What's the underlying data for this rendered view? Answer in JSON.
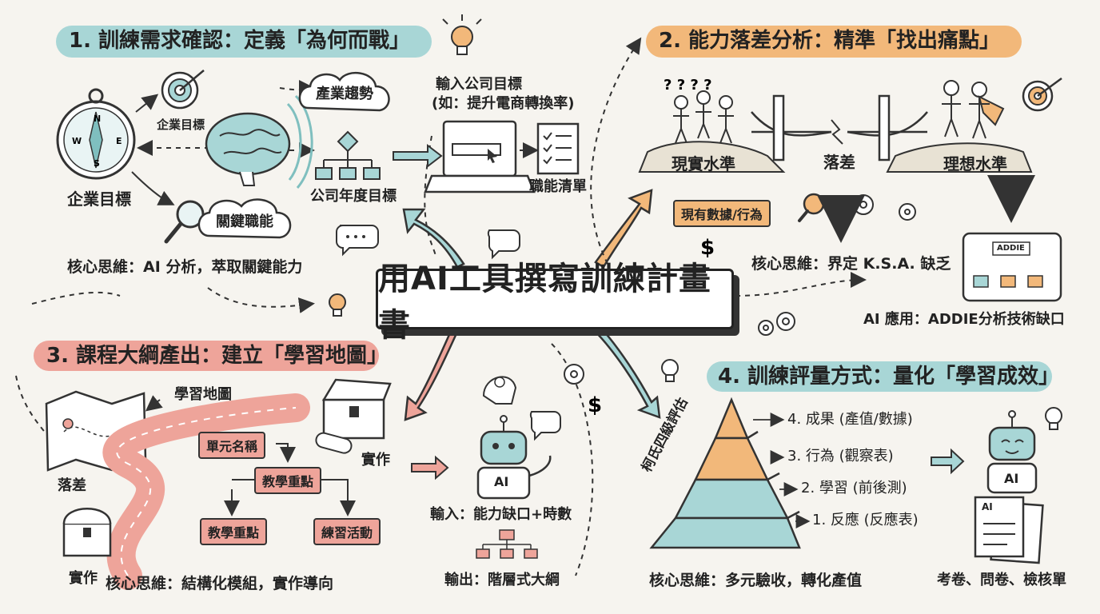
{
  "center_title": "用AI工具撰寫訓練計畫書",
  "colors": {
    "teal": "#a8d6d6",
    "orange": "#f2b87a",
    "salmon": "#eea49a",
    "bg": "#f6f4ef"
  },
  "s1": {
    "heading": "1. 訓練需求確認：定義「為何而戰」",
    "enterprise_goal_left": "企業目標",
    "enterprise_goal_top": "企業目標",
    "industry_trend": "產業趨勢",
    "key_competency": "關鍵職能",
    "annual_goal": "公司年度目標",
    "input_line1": "輸入公司目標",
    "input_line2": "(如：提升電商轉換率)",
    "job_list": "職能清單",
    "core": "核心思維：AI 分析，萃取關鍵能力"
  },
  "s2": {
    "heading": "2. 能力落差分析：精準「找出痛點」",
    "current": "現實水準",
    "gap": "落差",
    "ideal": "理想水準",
    "existing_data": "現有數據/行為",
    "addie_box": "ADDIE",
    "core": "核心思維：界定 K.S.A. 缺乏",
    "ai_app": "AI 應用：ADDIE分析技術缺口"
  },
  "s3": {
    "heading": "3. 課程大綱產出：建立「學習地圖」",
    "learning_map": "學習地圖",
    "gap": "落差",
    "practice_left": "實作",
    "practice_right": "實作",
    "unit_name": "單元名稱",
    "teach_point_1": "教學重點",
    "teach_point_2": "教學重點",
    "practice_activity": "練習活動",
    "core": "核心思維：結構化模組，實作導向",
    "ai_label": "AI",
    "input": "輸入：能力缺口+時數",
    "output": "輸出：階層式大綱"
  },
  "s4": {
    "heading": "4. 訓練評量方式：量化「學習成效」",
    "pyramid_label": "柯氏四級評估",
    "levels": [
      "4. 成果 (產值/數據)",
      "3. 行為 (觀察表)",
      "2. 學習 (前後測)",
      "1. 反應 (反應表)"
    ],
    "ai_label": "AI",
    "doc_label": "AI",
    "core": "核心思維：多元驗收，轉化產值",
    "tools": "考卷、問卷、檢核單"
  },
  "icons": [
    "compass-icon",
    "target-icon",
    "brain-icon",
    "cloud-icon",
    "magnifier-icon",
    "flowchart-icon",
    "laptop-icon",
    "checklist-icon",
    "lightbulb-icon",
    "chat-bubble-icon",
    "bridge-icon",
    "person-icon",
    "superhero-icon",
    "gear-icon",
    "dollar-icon",
    "tablet-icon",
    "map-icon",
    "treasure-chest-icon",
    "scroll-icon",
    "robot-icon",
    "pyramid-icon",
    "document-icon"
  ]
}
